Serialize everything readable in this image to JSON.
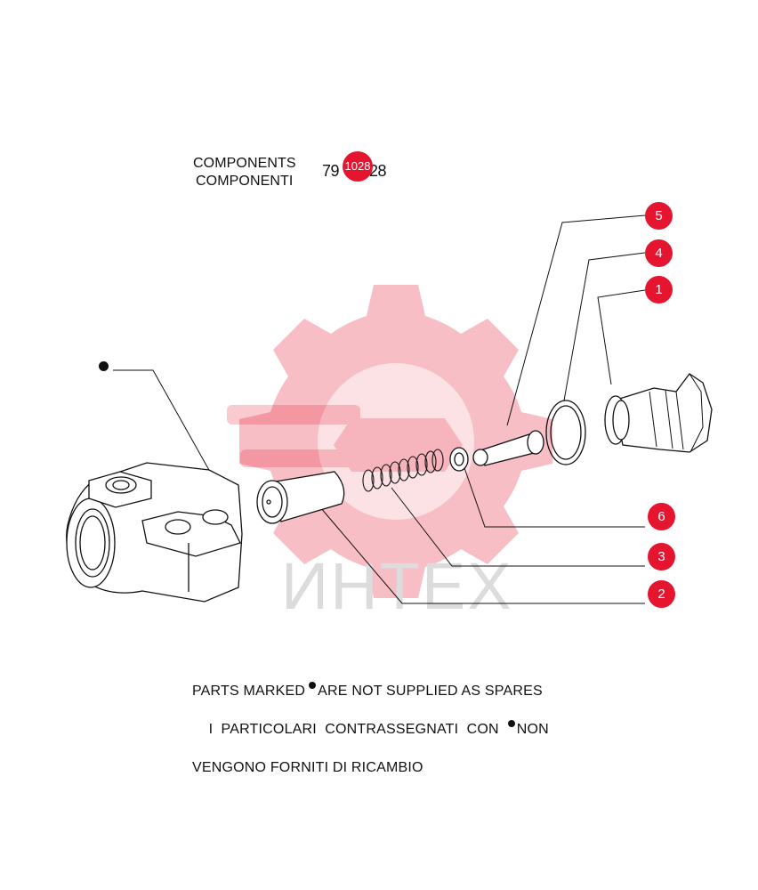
{
  "header": {
    "label_en": "COMPONENTS",
    "label_it": "COMPONENTI",
    "part_number_prefix": "79",
    "part_number_badge": "1028",
    "part_number_suffix": "28"
  },
  "callouts": [
    {
      "id": "5",
      "label": "5"
    },
    {
      "id": "4",
      "label": "4"
    },
    {
      "id": "1",
      "label": "1"
    },
    {
      "id": "6",
      "label": "6"
    },
    {
      "id": "3",
      "label": "3"
    },
    {
      "id": "2",
      "label": "2"
    }
  ],
  "watermark": {
    "text": "ИНТЕХ",
    "color": "#f6c9cf"
  },
  "footer": {
    "line1_a": "PARTS MARKED",
    "line1_b": "ARE NOT SUPPLIED AS SPARES",
    "line2_a": "I  PARTICOLARI  CONTRASSEGNATI  CON",
    "line2_b": "NON",
    "line3": "VENGONO FORNITI DI RICAMBIO"
  },
  "colors": {
    "accent": "#e5142f",
    "line": "#111111"
  }
}
